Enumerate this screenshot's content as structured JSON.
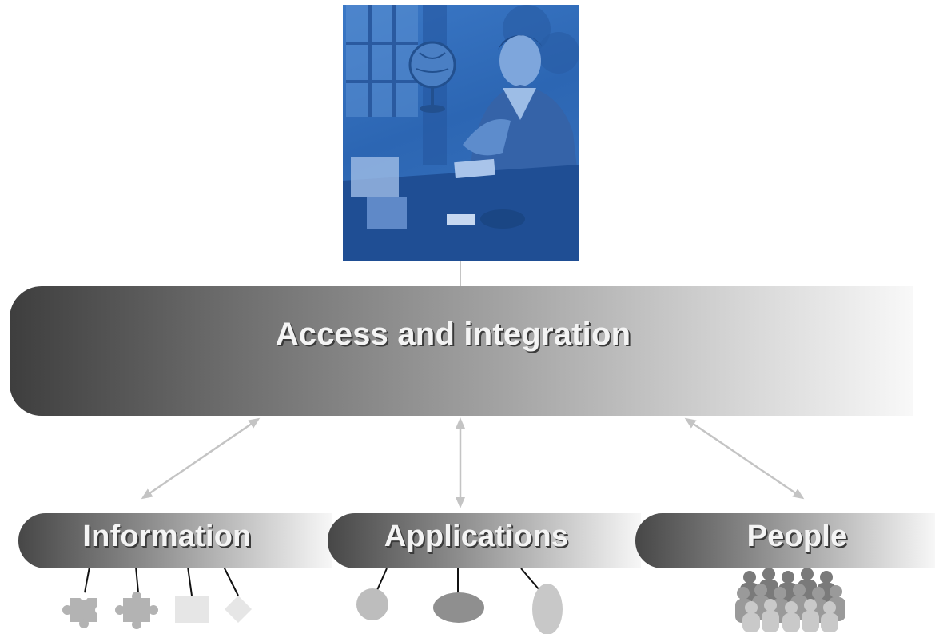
{
  "diagram": {
    "main_label": "Access and integration",
    "categories": [
      {
        "label": "Information"
      },
      {
        "label": "Applications"
      },
      {
        "label": "People"
      }
    ]
  },
  "colors": {
    "photo_tint": "#2f6cb8",
    "connector": "#c4c4c4",
    "icon_gray": "#bdbdbd",
    "dark_gray": "#8f8f8f"
  }
}
